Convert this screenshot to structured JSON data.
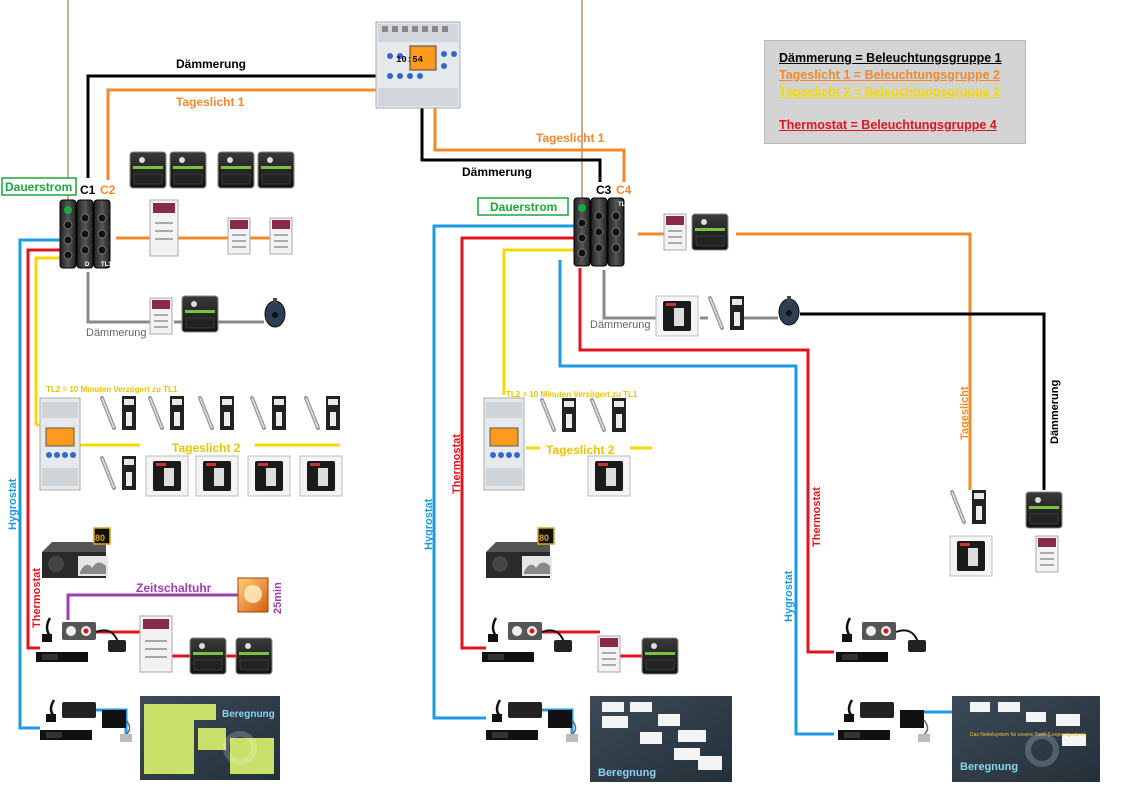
{
  "legend": {
    "line1": "Dämmerung = Beleuchtungsgruppe 1",
    "line2": "Tageslicht 1 = Beleuchtungsgruppe 2",
    "line3": "Tageslicht 2 = Beleuchtungsgruppe 2",
    "line4": "Thermostat = Beleuchtungsgruppe 4",
    "color1": "#000000",
    "color2": "#f08a2c",
    "color3": "#f5d800",
    "color4": "#e0141e"
  },
  "timer_display": "10:54",
  "wires": {
    "daemmerung": "Dämmerung",
    "tageslicht1": "Tageslicht 1",
    "tageslicht2": "Tageslicht 2",
    "tageslicht": "Tageslicht",
    "dauerstrom": "Dauerstrom",
    "hygrostat": "Hygrostat",
    "thermostat": "Thermostat",
    "zeitschaltuhr": "Zeitschaltuhr",
    "minutes": "25min",
    "beregnung": "Beregnung",
    "tl2_note": "TL2 = 10 Minuten Verzögert zu TL1"
  },
  "channels": {
    "c1": "C1",
    "c2": "C2",
    "c3": "C3",
    "c4": "C4",
    "d": "D",
    "tl1": "TL1"
  },
  "colors": {
    "black": "#000000",
    "orange": "#f08a2c",
    "yellow": "#f5d800",
    "red": "#e0141e",
    "blue": "#1e9be0",
    "green": "#18a83c",
    "purple": "#9b3fb0",
    "gray": "#8a8a8a"
  },
  "device_badge": "80",
  "panel_text": "Das Nebelsystem für unsere Tuski (Leopardgeckos)"
}
